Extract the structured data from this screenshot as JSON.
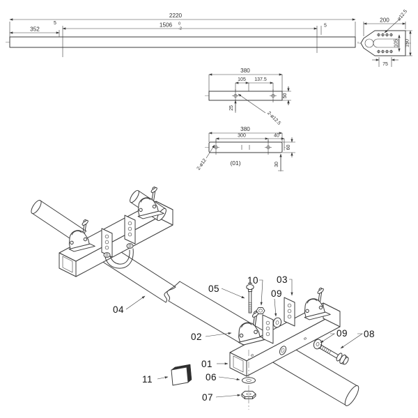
{
  "canvas": {
    "background": "#ffffff",
    "ink": "#3b3b3b"
  },
  "top_view": {
    "dim_overall": "2220",
    "dim_left": "352",
    "dim_gap_left": "5",
    "dim_mid": "1506",
    "dim_mid_tol_upper": "0",
    "dim_mid_tol_lower": "-2",
    "dim_gap_right": "5"
  },
  "end_view": {
    "dim_width": "200",
    "dim_holes": "ø12.5",
    "dim_inner_height": "105",
    "dim_height": "150",
    "dim_hole_pitch": "75"
  },
  "detail_bar_upper": {
    "dim_length": "380",
    "dim_offset_a": "105",
    "dim_offset_b": "137.5",
    "dim_height": "50",
    "dim_hole_edge": "25",
    "dim_holes": "2-ø12.5"
  },
  "detail_bar_lower": {
    "dim_length": "380",
    "dim_hole_pitch": "300",
    "dim_hole_end": "40",
    "dim_height": "60",
    "dim_hole_edge": "30",
    "dim_holes": "2-ø12",
    "ref_label": "(01)"
  },
  "part_labels": {
    "p01": "01",
    "p02": "02",
    "p03": "03",
    "p04": "04",
    "p05": "05",
    "p06": "06",
    "p07": "07",
    "p08": "08",
    "p09a": "09",
    "p09b": "09",
    "p10": "10",
    "p11": "11"
  }
}
